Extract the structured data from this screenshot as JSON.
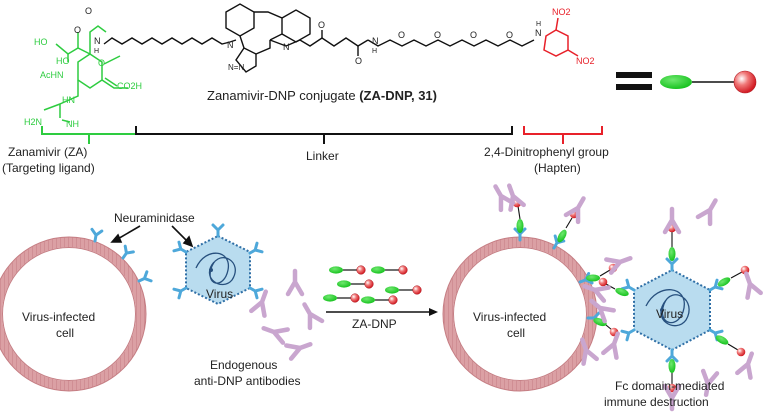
{
  "molecule": {
    "title_prefix": "Zanamivir-DNP conjugate ",
    "title_bold": "(ZA-DNP, ",
    "title_num": "31",
    "title_suffix": ")",
    "atoms": {
      "ho1": "HO",
      "ho2": "HO",
      "o_ring": "O",
      "carbonyl_o": "O",
      "nh_left": "N",
      "nh_left_h": "H",
      "acnh": "AcHN",
      "hn": "HN",
      "h2n": "H2N",
      "nh_guan": "NH",
      "co2h": "CO2H",
      "n_triazole": "N",
      "triazole_label": "N=N",
      "n_amide": "N",
      "o_amide1": "O",
      "o_amide2": "O",
      "nh_mid": "N",
      "nh_mid_h": "H",
      "o_ether1": "O",
      "o_ether2": "O",
      "o_ether3": "O",
      "o_ether4": "O",
      "nh_right": "N",
      "nh_right_h": "H",
      "no2_top": "NO2",
      "no2_bottom": "NO2"
    }
  },
  "legend": {
    "equals": "="
  },
  "labels": {
    "za_line1": "Zanamivir (ZA)",
    "za_line2": "(Targeting ligand)",
    "linker": "Linker",
    "dnp_line1": "2,4-Dinitrophenyl group",
    "dnp_line2": "(Hapten)"
  },
  "bottom": {
    "neuraminidase": "Neuraminidase",
    "virus": "Virus",
    "virus2": "Virus",
    "cell1_line1": "Virus-infected",
    "cell1_line2": "cell",
    "cell2_line1": "Virus-infected",
    "cell2_line2": "cell",
    "antibodies_line1": "Endogenous",
    "antibodies_line2": "anti-DNP antibodies",
    "arrow_label": "ZA-DNP",
    "fc_line1": "Fc domain-mediated",
    "fc_line2": "immune destruction"
  },
  "colors": {
    "zanamivir_green": "#2ecc40",
    "dnp_red": "#e8212a",
    "cell_pink": "#d98f94",
    "virus_blue": "#b9dcef",
    "antibody_purple": "#c9a6cf",
    "receptor_blue": "#4ea8da"
  }
}
